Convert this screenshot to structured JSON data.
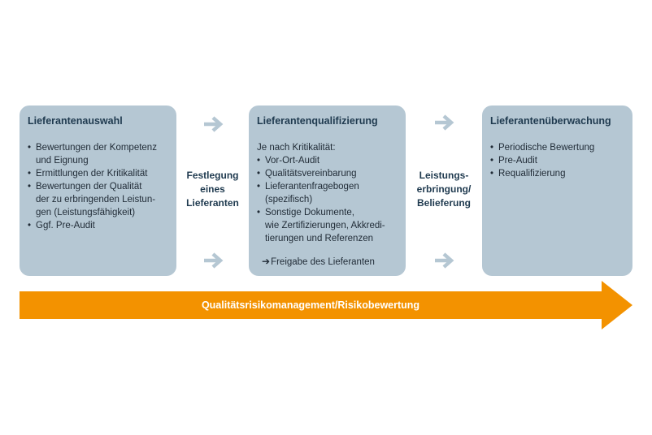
{
  "stages": [
    {
      "title": "Lieferantenauswahl",
      "items": [
        "Bewertungen der Kompetenz und Eignung",
        "Ermittlungen der Kritikalität",
        "Bewertungen der Qualität der zu erbringenden Leistungen (Leistungsfähigkeit)",
        "Ggf. Pre-Audit"
      ]
    },
    {
      "title": "Lieferantenqualifizierung",
      "intro": "Je nach Kritikalität:",
      "items": [
        "Vor-Ort-Audit",
        "Qualitätsvereinbarung",
        "Lieferantenfragebogen (spezifisch)",
        "Sonstige Dokumente, wie Zertifizierungen, Akkreditierungen und Referenzen"
      ],
      "release": "Freigabe des Lieferanten"
    },
    {
      "title": "Lieferantenüberwachung",
      "items": [
        "Periodische Bewertung",
        "Pre-Audit",
        "Requalifizierung"
      ]
    }
  ],
  "connectors": [
    {
      "label": "Festlegung eines Lieferanten"
    },
    {
      "label": "Leistungs-erbringung/ Belieferung"
    }
  ],
  "bottom_bar": {
    "label": "Qualitätsrisikomanagement/Risikobewertung"
  },
  "colors": {
    "box_fill": "#b5c7d3",
    "chevron": "#b5c7d3",
    "bottom_arrow": "#f39200",
    "title_text": "#1f3a4f"
  }
}
